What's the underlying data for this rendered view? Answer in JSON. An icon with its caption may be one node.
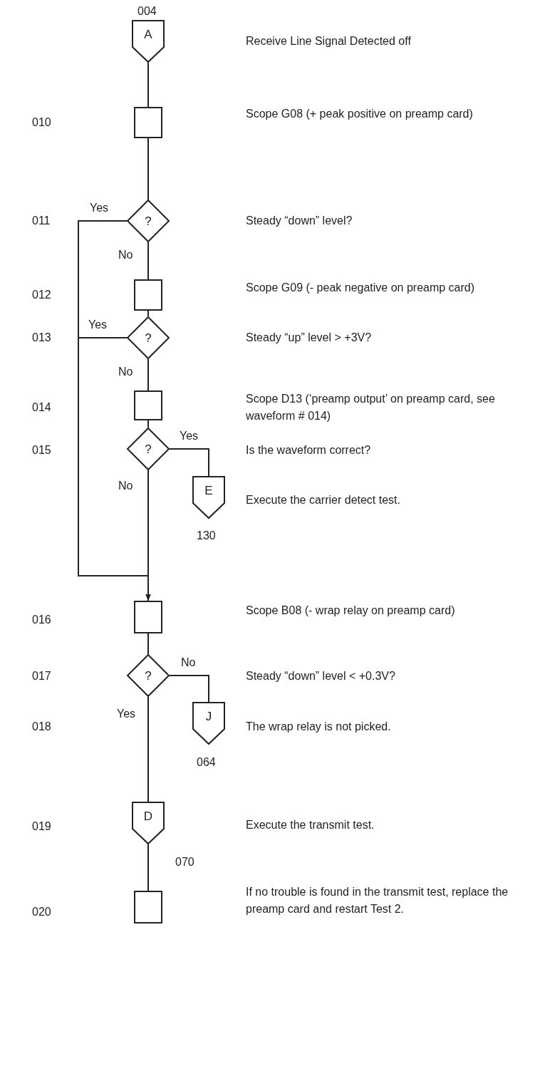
{
  "diagram": {
    "nodes": [
      {
        "text": [
          "A"
        ],
        "beside": [
          "004"
        ]
      },
      {
        "text": [],
        "shape": "box"
      },
      {
        "text": [
          "?"
        ]
      },
      {
        "text": [],
        "shape": "box"
      },
      {
        "text": [
          "?"
        ]
      },
      {
        "text": [],
        "shape": "box"
      },
      {
        "text": [
          "?"
        ]
      },
      {
        "text": [
          "E"
        ],
        "beside": [
          "130"
        ]
      },
      {
        "text": [],
        "shape": "box"
      },
      {
        "text": [
          "?"
        ]
      },
      {
        "text": [
          "J"
        ],
        "beside": [
          "064"
        ]
      },
      {
        "text": [
          "D"
        ],
        "beside": [
          "070"
        ]
      },
      {
        "text": [],
        "shape": "box"
      }
    ],
    "edges": [
      {
        "from": 0,
        "to": 1,
        "arrow": "none"
      },
      {
        "from": 1,
        "to": 2,
        "arrow": "none"
      },
      {
        "from": 2,
        "to": 3,
        "arrow": "none",
        "label": "No"
      },
      {
        "from": 2,
        "to": 8,
        "arrow": "to",
        "label": "Yes"
      },
      {
        "from": 3,
        "to": 4,
        "arrow": "none"
      },
      {
        "from": 4,
        "to": 5,
        "arrow": "none",
        "label": "No"
      },
      {
        "from": 4,
        "to": 8,
        "arrow": "to",
        "label": "Yes"
      },
      {
        "from": 5,
        "to": 6,
        "arrow": "none"
      },
      {
        "from": 6,
        "to": 7,
        "arrow": "none",
        "label": "Yes"
      },
      {
        "from": 6,
        "to": 8,
        "arrow": "none",
        "label": "No"
      },
      {
        "from": 8,
        "to": 9,
        "arrow": "none"
      },
      {
        "from": 9,
        "to": 10,
        "arrow": "none",
        "label": "No"
      },
      {
        "from": 9,
        "to": 11,
        "arrow": "none",
        "label": "Yes"
      },
      {
        "from": 11,
        "to": 12,
        "arrow": "none"
      }
    ],
    "labels": [
      "Receive Line Signal Detected off",
      "010",
      "Scope G08 (+ peak positive on preamp card)",
      "011",
      "Steady “down” level?",
      "012",
      "Scope G09 (- peak negative on preamp card)",
      "013",
      "Steady “up” level > +3V?",
      "014",
      "Scope D13 (‘preamp output’ on preamp card, see waveform # 014)",
      "015",
      "Is the waveform correct?",
      "Execute the carrier detect test.",
      "016",
      "Scope B08 (- wrap relay on preamp card)",
      "017",
      "Steady “down” level < +0.3V?",
      "018",
      "The wrap relay is not picked.",
      "019",
      "Execute the transmit test.",
      "020",
      "If no trouble is found in the transmit test, replace the preamp card and restart Test 2."
    ]
  }
}
